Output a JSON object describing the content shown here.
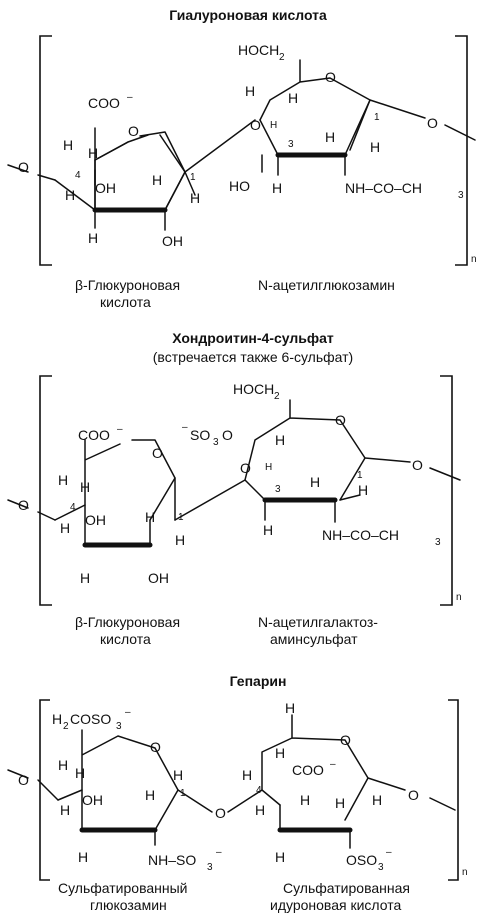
{
  "s1": {
    "title": "Гиалуроновая кислота",
    "left": {
      "coo": "COO",
      "coo_charge": "–",
      "oh1": "OH",
      "oh2": "OH",
      "h": "H",
      "o": "O",
      "c4": "4",
      "c1": "1",
      "name1": "β-Глюкуроновая",
      "name2": "кислота"
    },
    "right": {
      "hoch2": "HOCH",
      "sub2": "2",
      "oh": "HO",
      "h": "H",
      "o": "O",
      "c3": "3",
      "c1": "1",
      "nh": "NH–CO–CH",
      "sub3": "3",
      "name": "N-ацетилглюкозамин"
    },
    "n": "n"
  },
  "s2": {
    "title": "Хондроитин-4-сульфат",
    "subtitle": "(встречается также 6-сульфат)",
    "left": {
      "coo": "COO",
      "coo_charge": "–",
      "oh1": "OH",
      "oh2": "OH",
      "h": "H",
      "o": "O",
      "c4": "4",
      "c1": "1",
      "name1": "β-Глюкуроновая",
      "name2": "кислота"
    },
    "right": {
      "hoch2": "HOCH",
      "sub2": "2",
      "so3_minus": "–",
      "so3": "SO",
      "so3_sub": "3",
      "so3_o": "O",
      "h": "H",
      "o": "O",
      "c3": "3",
      "c1": "1",
      "nh": "NH–CO–CH",
      "sub3": "3",
      "name1": "N-ацетилгалактоз-",
      "name2": "аминсульфат"
    },
    "n": "n"
  },
  "s3": {
    "title": "Гепарин",
    "left": {
      "ch2": "H",
      "ch2_sub": "2",
      "ch2_rest": "COSO",
      "ch2_sub3": "3",
      "ch2_charge": "–",
      "oh": "OH",
      "h": "H",
      "o": "O",
      "c1": "1",
      "nh": "NH–SO",
      "nh_sub": "3",
      "nh_charge": "–",
      "name1": "Сульфатированный",
      "name2": "глюкозамин"
    },
    "right": {
      "coo": "COO",
      "coo_charge": "–",
      "h": "H",
      "o": "O",
      "c4": "4",
      "oso": "OSO",
      "oso_sub": "3",
      "oso_charge": "–",
      "name1": "Сульфатированная",
      "name2": "идуроновая кислота"
    },
    "n": "n"
  }
}
